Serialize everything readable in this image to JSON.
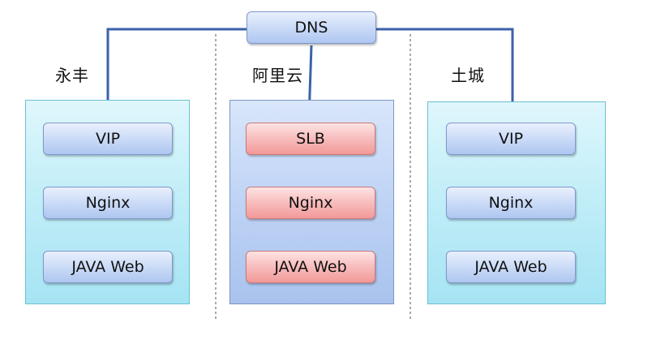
{
  "dns": {
    "label": "DNS"
  },
  "regions": [
    {
      "name": "永丰",
      "nodes": [
        "VIP",
        "Nginx",
        "JAVA Web"
      ],
      "style": "cyan"
    },
    {
      "name": "阿里云",
      "nodes": [
        "SLB",
        "Nginx",
        "JAVA Web"
      ],
      "style": "blue-red"
    },
    {
      "name": "土城",
      "nodes": [
        "VIP",
        "Nginx",
        "JAVA Web"
      ],
      "style": "cyan"
    }
  ],
  "colors": {
    "arrow": "#3a62a8",
    "dashed_divider": "#555555",
    "node_blue": "#cbdbf7",
    "node_red": "#f8bcbc",
    "region_cyan": "#c2eef8",
    "region_blue": "#c1d5f5"
  }
}
